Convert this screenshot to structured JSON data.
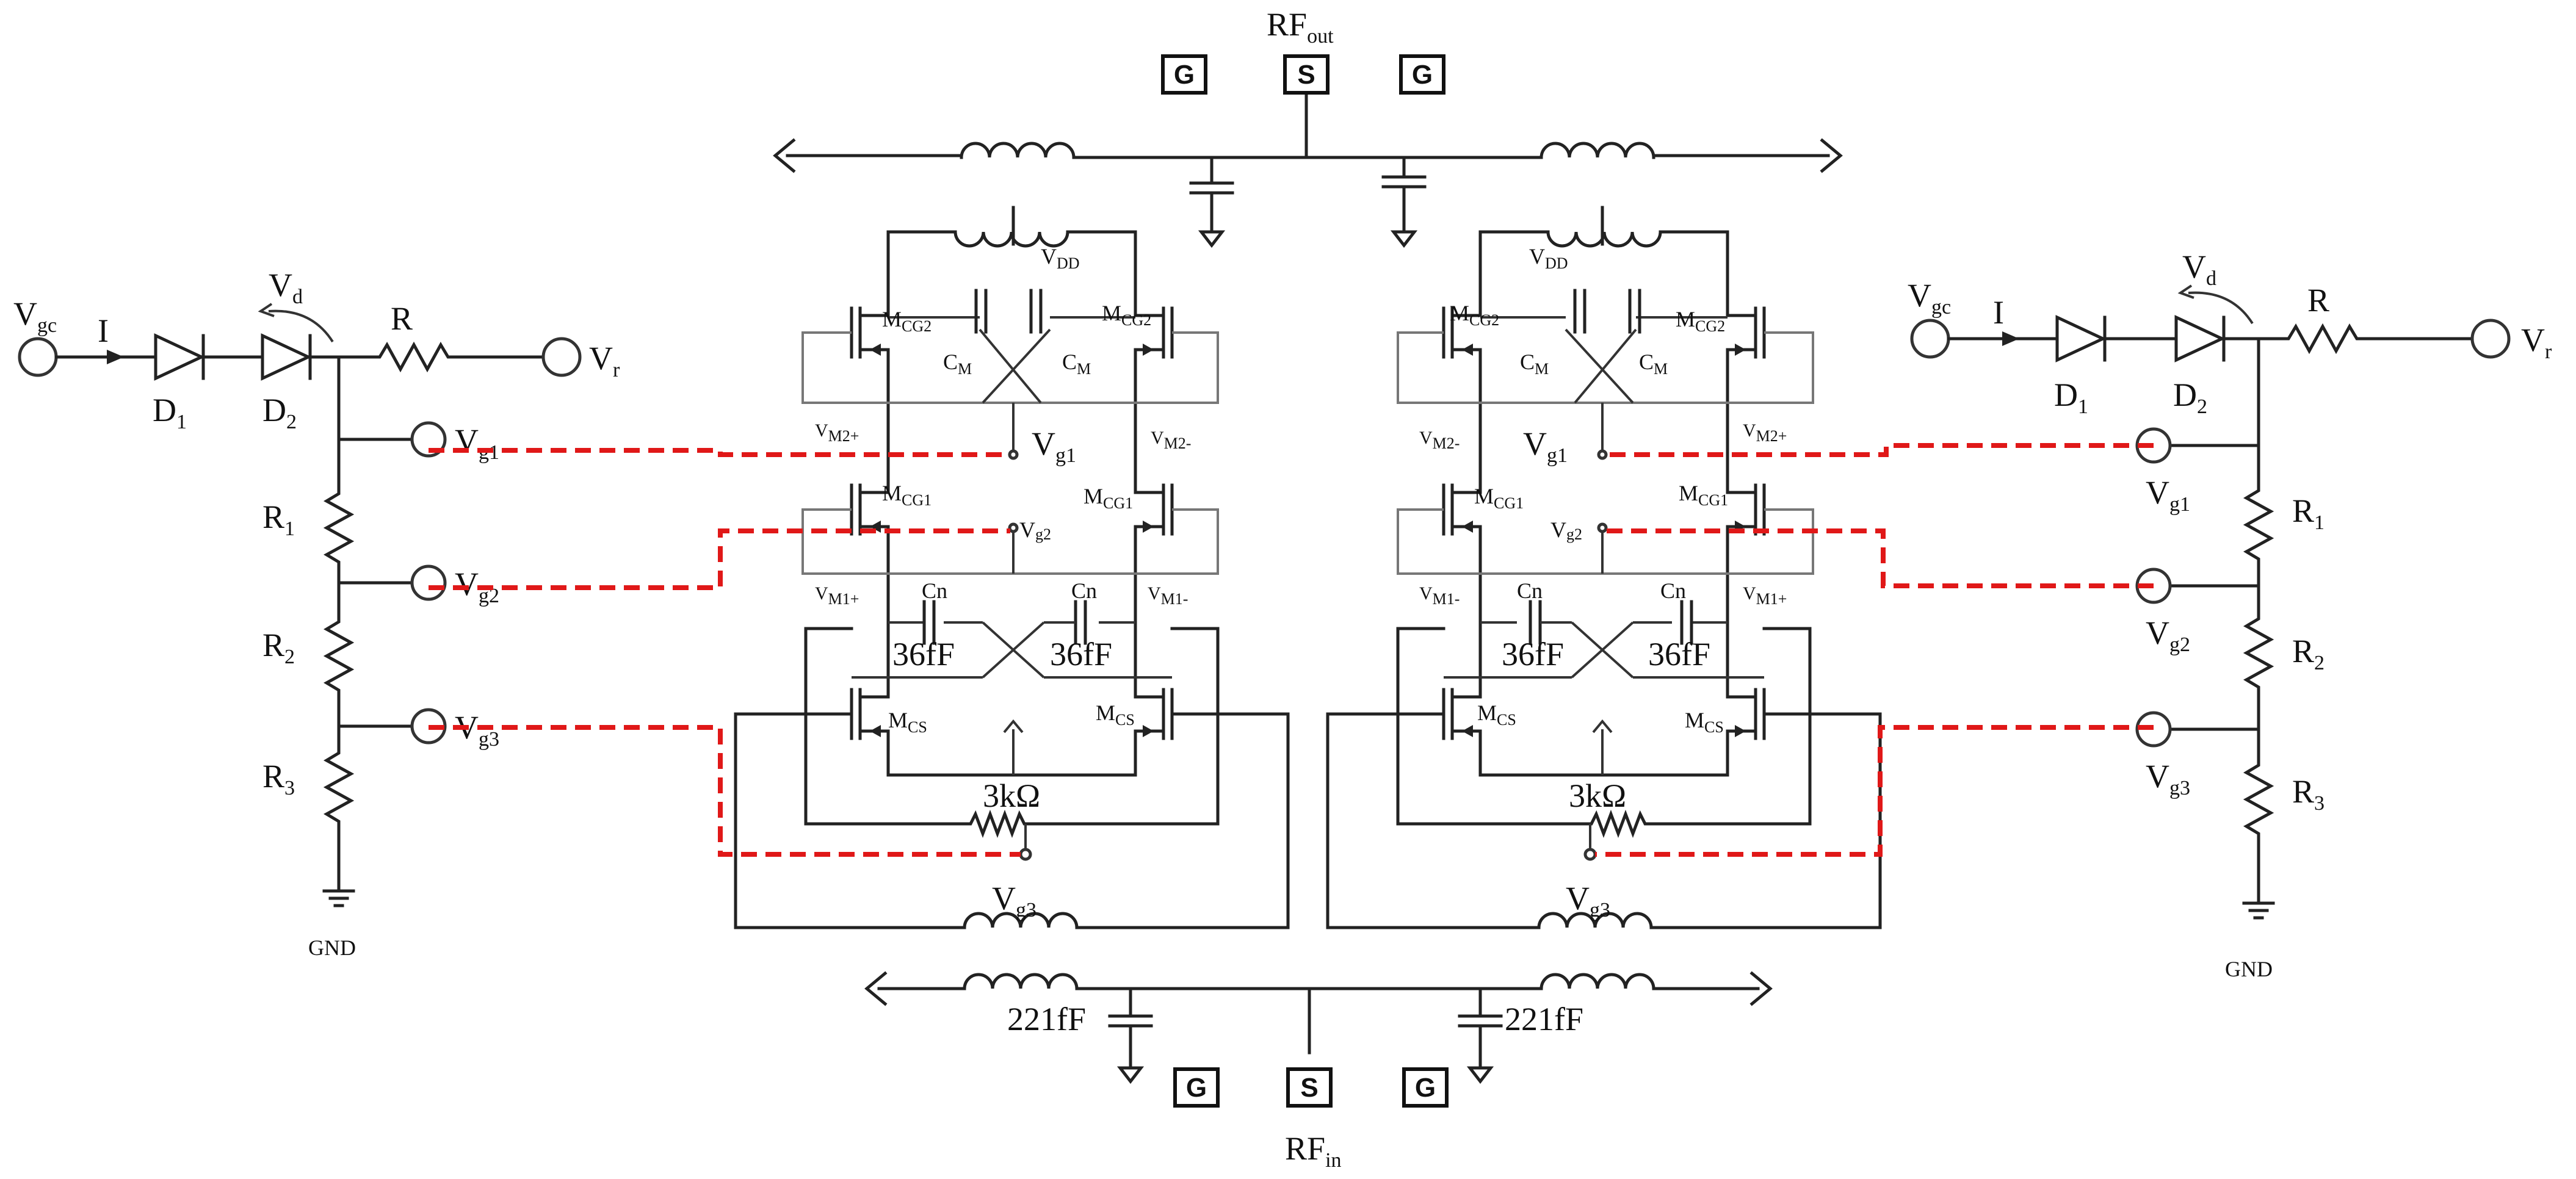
{
  "rf_out": {
    "label": "RF",
    "sub": "out"
  },
  "rf_in": {
    "label": "RF",
    "sub": "in"
  },
  "pads": {
    "ground": "G",
    "signal": "S"
  },
  "core": {
    "vdd": {
      "label": "V",
      "sub": "DD"
    },
    "mcg2": {
      "label": "M",
      "sub": "CG2"
    },
    "mcg1": {
      "label": "M",
      "sub": "CG1"
    },
    "mcs": {
      "label": "M",
      "sub": "CS"
    },
    "cm": {
      "label": "C",
      "sub": "M"
    },
    "cn": "Cn",
    "cap_36": "36fF",
    "cap_221": "221fF",
    "res_3k": "3kΩ",
    "vg1": {
      "label": "V",
      "sub": "g1"
    },
    "vg2": {
      "label": "V",
      "sub": "g2"
    },
    "vg3": {
      "label": "V",
      "sub": "g3"
    },
    "vm2p": {
      "label": "V",
      "sub": "M2+"
    },
    "vm2m": {
      "label": "V",
      "sub": "M2-"
    },
    "vm1p": {
      "label": "V",
      "sub": "M1+"
    },
    "vm1m": {
      "label": "V",
      "sub": "M1-"
    }
  },
  "bias": {
    "vgc": {
      "label": "V",
      "sub": "gc"
    },
    "current": "I",
    "d1": {
      "label": "D",
      "sub": "1"
    },
    "d2": {
      "label": "D",
      "sub": "2"
    },
    "vd": {
      "label": "V",
      "sub": "d"
    },
    "r": "R",
    "vr": {
      "label": "V",
      "sub": "r"
    },
    "r1": {
      "label": "R",
      "sub": "1"
    },
    "r2": {
      "label": "R",
      "sub": "2"
    },
    "r3": {
      "label": "R",
      "sub": "3"
    },
    "gnd": "GND"
  },
  "colors": {
    "wire": "#222222",
    "control": "#e01818"
  }
}
